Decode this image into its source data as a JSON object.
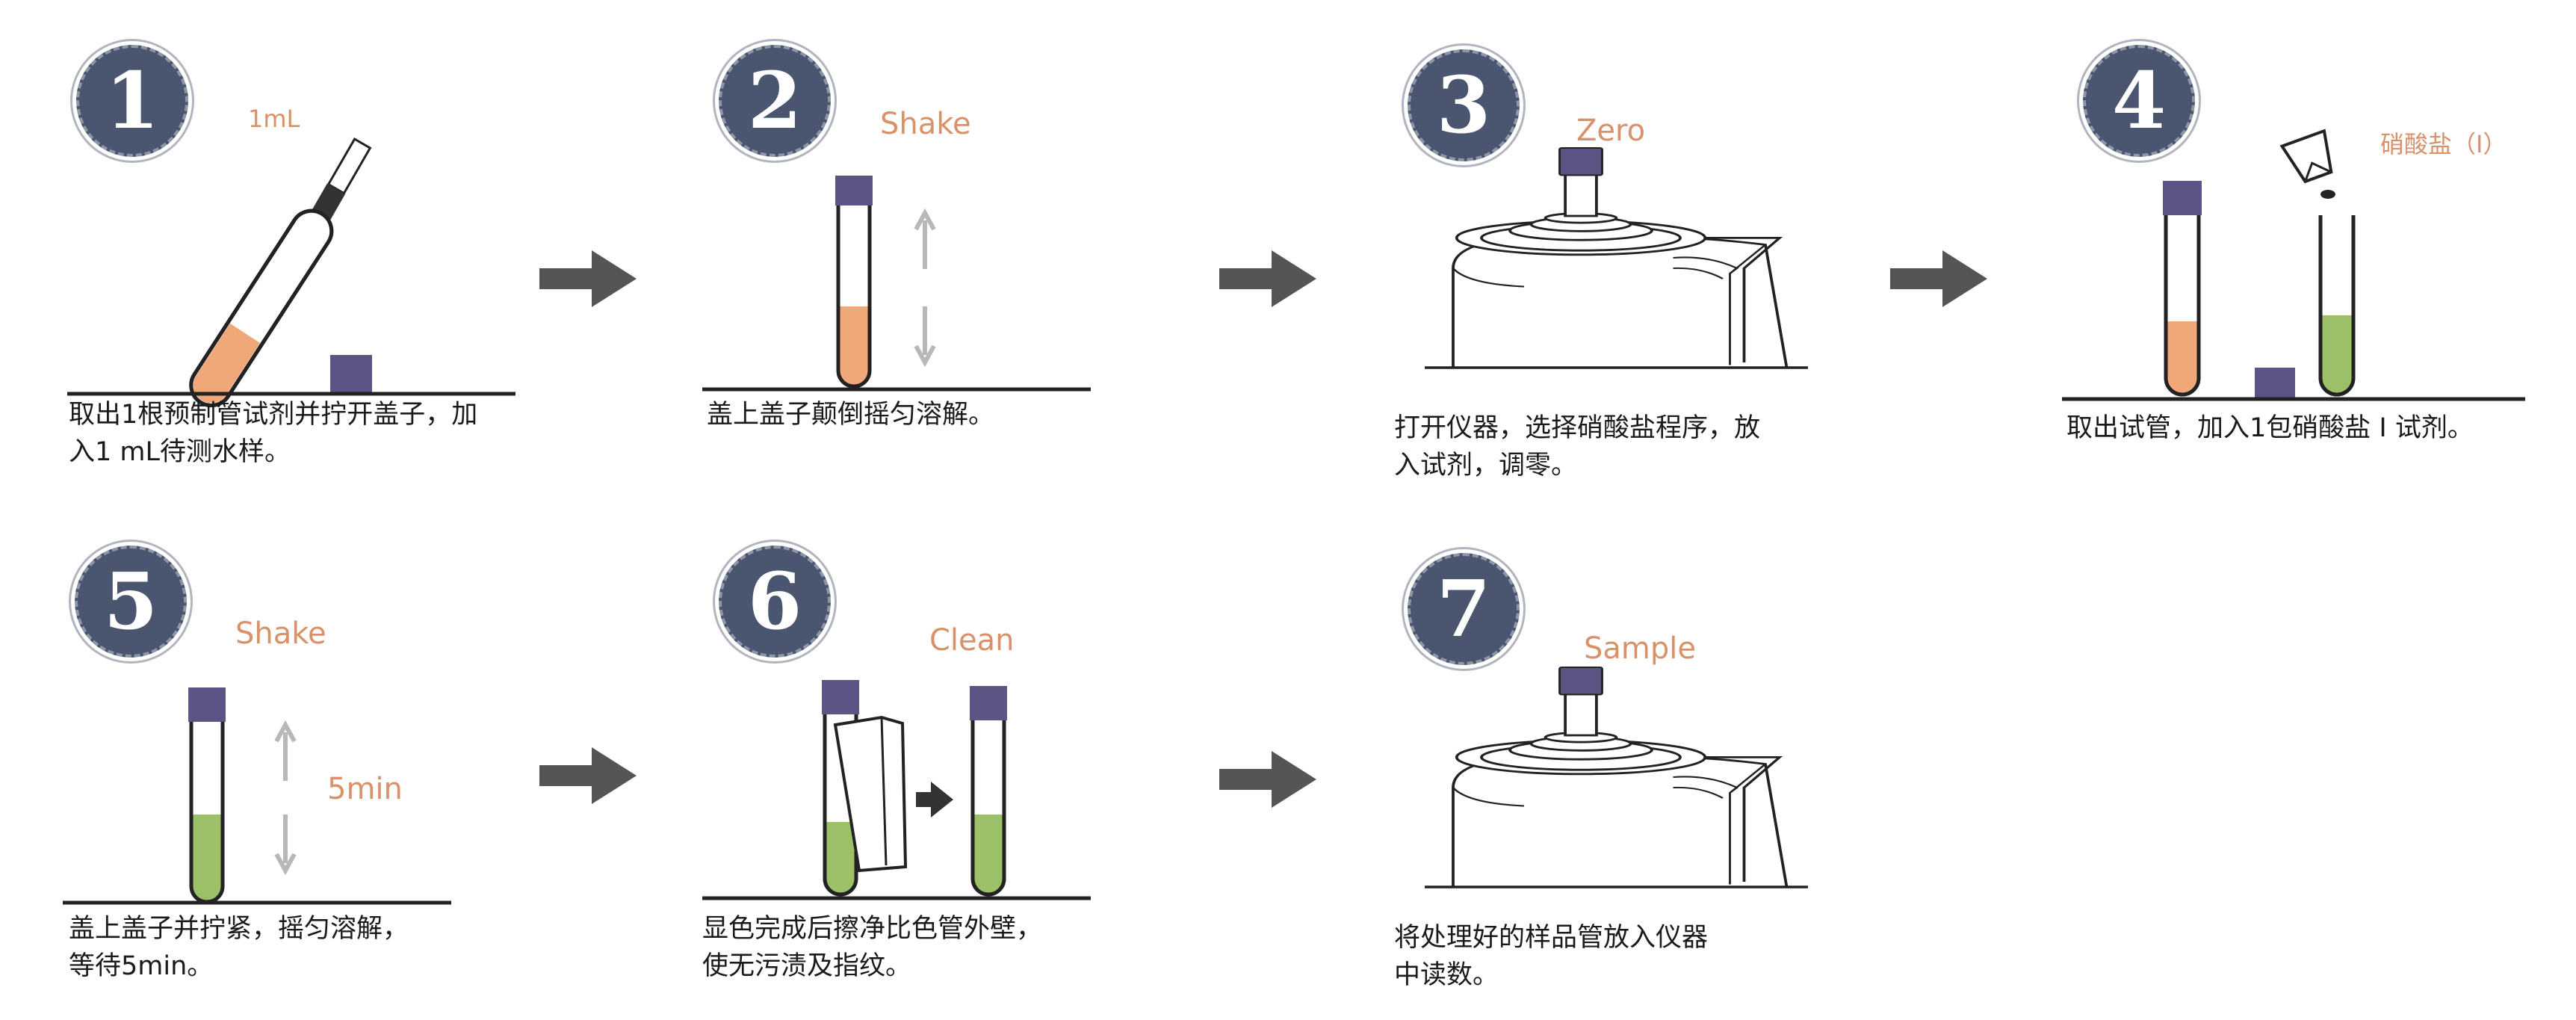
{
  "steps": [
    {
      "number": "1",
      "caption": "1mL",
      "desc": [
        "取出1根预制管试剂并拧开盖子，加",
        "入1 mL待测水样。"
      ]
    },
    {
      "number": "2",
      "caption": "Shake",
      "desc": [
        "盖上盖子颠倒摇匀溶解。"
      ]
    },
    {
      "number": "3",
      "caption": "Zero",
      "desc": [
        "打开仪器，选择硝酸盐程序，放",
        "入试剂，调零。"
      ]
    },
    {
      "number": "4",
      "caption": "硝酸盐（Ⅰ）",
      "desc": [
        "取出试管，加入1包硝酸盐 Ⅰ 试剂。"
      ]
    },
    {
      "number": "5",
      "caption": "Shake",
      "caption2": "5min",
      "desc": [
        "盖上盖子并拧紧，摇匀溶解，",
        "等待5min。"
      ]
    },
    {
      "number": "6",
      "caption": "Clean",
      "desc": [
        "显色完成后擦净比色管外壁，",
        "使无污渍及指纹。"
      ]
    },
    {
      "number": "7",
      "caption": "Sample",
      "desc": [
        "将处理好的样品管放入仪器",
        "中读数。"
      ]
    }
  ],
  "colors": {
    "badge": "#4a5570",
    "caption": "#d9916a",
    "cap": "#5b5585",
    "orange": "#f0a878",
    "green": "#9cc068",
    "arrow": "#555555"
  }
}
